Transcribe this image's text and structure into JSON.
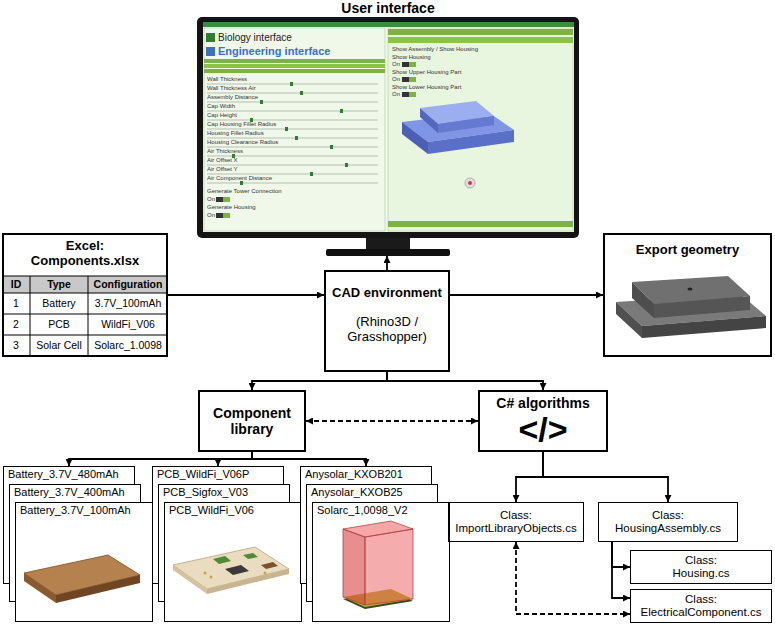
{
  "diagram": {
    "nodes": [
      {
        "text": [
          "User interface"
        ]
      },
      {
        "text": [
          "Excel: Components.xlsx"
        ]
      },
      {
        "text": [
          "CAD environment",
          "(Rhino3D / Grasshopper)"
        ]
      },
      {
        "text": [
          "Export geometry"
        ]
      },
      {
        "text": [
          "Component library"
        ]
      },
      {
        "text": [
          "C# algorithms",
          "</>"
        ]
      },
      {
        "text": [
          "Battery_3.7V_480mAh"
        ]
      },
      {
        "text": [
          "Battery_3.7V_400mAh"
        ]
      },
      {
        "text": [
          "Battery_3.7V_100mAh"
        ]
      },
      {
        "text": [
          "PCB_WildFi_V06P"
        ]
      },
      {
        "text": [
          "PCB_Sigfox_V03"
        ]
      },
      {
        "text": [
          "PCB_WildFi_V06"
        ]
      },
      {
        "text": [
          "Anysolar_KXOB201"
        ]
      },
      {
        "text": [
          "Anysolar_KXOB25"
        ]
      },
      {
        "text": [
          "Solarc_1,0098_V2"
        ]
      },
      {
        "text": [
          "Class: ImportLibraryObjects.cs"
        ]
      },
      {
        "text": [
          "Class: HousingAssembly.cs"
        ]
      },
      {
        "text": [
          "Class: Housing.cs"
        ]
      },
      {
        "text": [
          "Class: ElectricalComponent.cs"
        ]
      }
    ],
    "edges": [
      {
        "from": 1,
        "to": 2,
        "arrow": "to"
      },
      {
        "from": 2,
        "to": 0,
        "arrow": "to"
      },
      {
        "from": 2,
        "to": 3,
        "arrow": "to"
      },
      {
        "from": 2,
        "to": 4,
        "arrow": "to"
      },
      {
        "from": 2,
        "to": 5,
        "arrow": "to"
      },
      {
        "from": 4,
        "to": 5,
        "arrow": "both"
      },
      {
        "from": 4,
        "to": 6,
        "arrow": "to"
      },
      {
        "from": 4,
        "to": 9,
        "arrow": "to"
      },
      {
        "from": 4,
        "to": 12,
        "arrow": "to"
      },
      {
        "from": 5,
        "to": 15,
        "arrow": "to"
      },
      {
        "from": 5,
        "to": 16,
        "arrow": "to"
      },
      {
        "from": 16,
        "to": 17,
        "arrow": "to"
      },
      {
        "from": 16,
        "to": 18,
        "arrow": "to"
      },
      {
        "from": 15,
        "to": 18,
        "arrow": "both"
      }
    ],
    "labels": [
      "Biology interface",
      "Engineering interface",
      "Wall Thickness",
      "Wall Thickness Air",
      "Assembly Distance",
      "Cap Width",
      "Cap Height",
      "Cap Housing Fillet Radius",
      "Housing Fillet Radius",
      "Housing Clearance Radius",
      "Air Thickness",
      "Air Offset X",
      "Air Offset Y",
      "Air Component Distance",
      "Generate Tower Connection",
      "On",
      "Generate Housing",
      "On",
      "Show Assembly / Show Housing",
      "Show Housing",
      "On",
      "Show Upper Housing Part",
      "On",
      "Show Lower Housing Part",
      "On",
      "ID",
      "Type",
      "Configuration",
      "1",
      "Battery",
      "3.7V_100mAh",
      "2",
      "PCB",
      "WildFi_V06",
      "3",
      "Solar Cell",
      "Solarc_1.0098"
    ]
  }
}
